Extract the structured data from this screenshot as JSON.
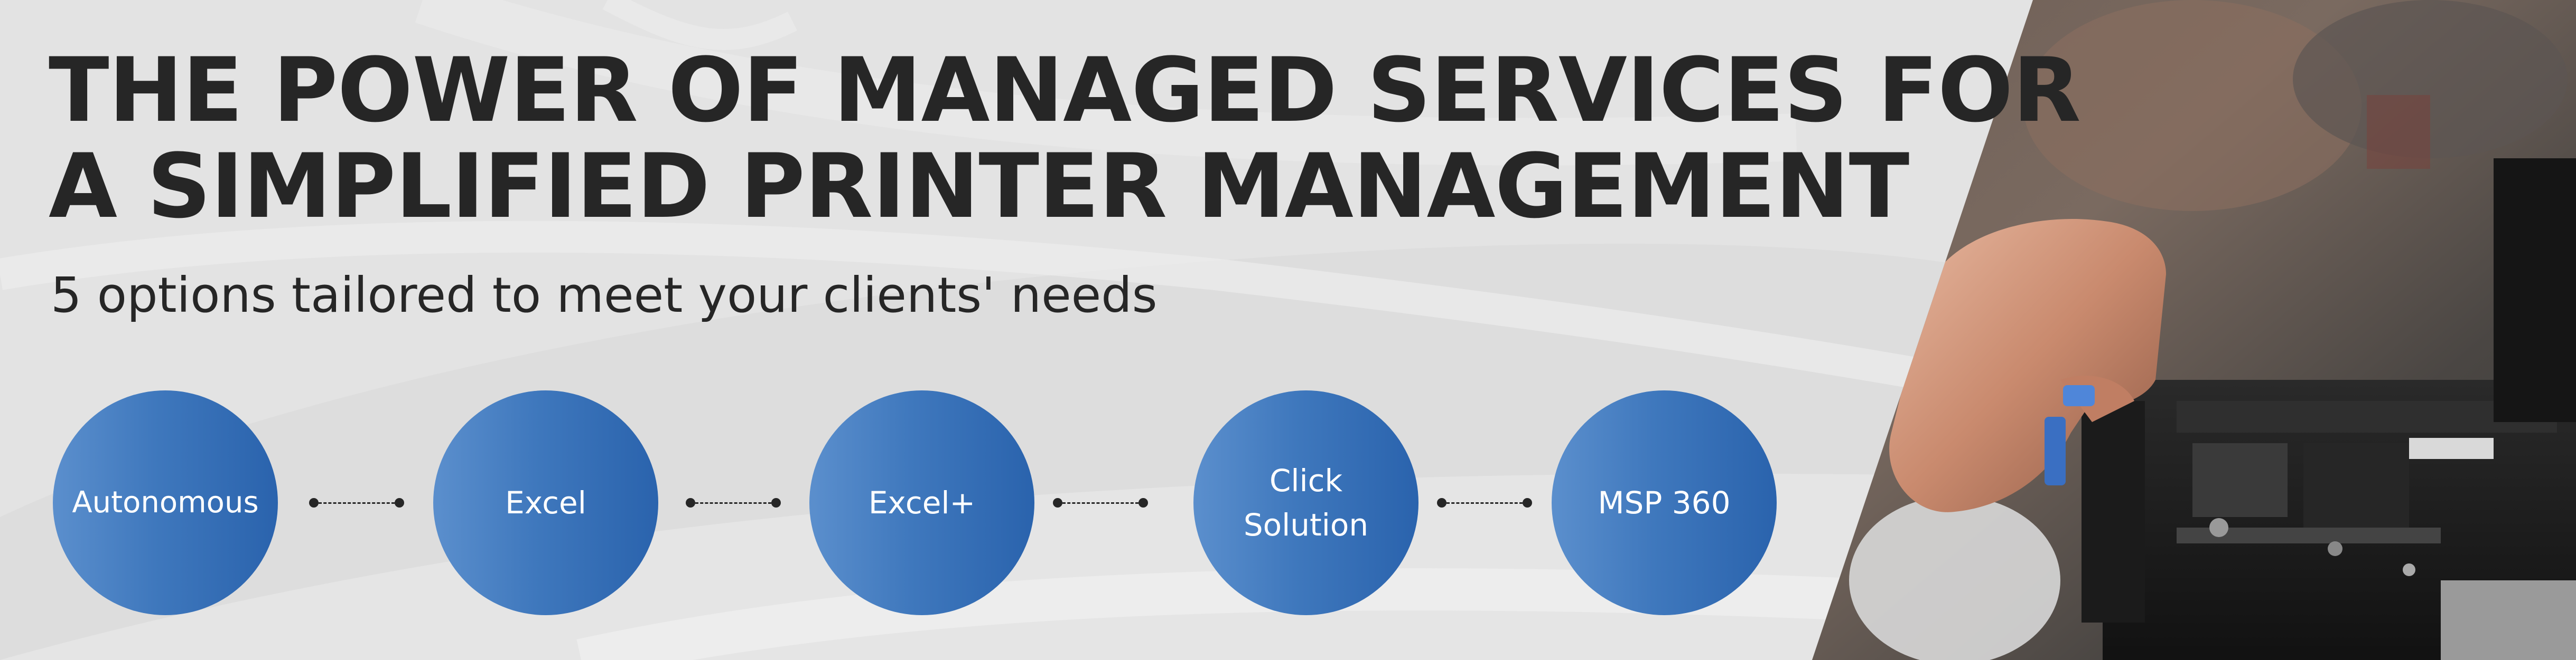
{
  "headline": {
    "line1": "THE POWER OF MANAGED SERVICES FOR",
    "line2": "A SIMPLIFIED PRINTER MANAGEMENT"
  },
  "subtitle": "5 options tailored to meet your clients' needs",
  "options": [
    {
      "label": "Autonomous"
    },
    {
      "label": "Excel"
    },
    {
      "label": "Excel+"
    },
    {
      "label": "Click\nSolution"
    },
    {
      "label": "MSP 360"
    }
  ],
  "colors": {
    "background": "#e3e3e3",
    "text": "#262626",
    "circle_blue": "#3f78bd",
    "circle_blue_dark": "#2a63ad"
  }
}
